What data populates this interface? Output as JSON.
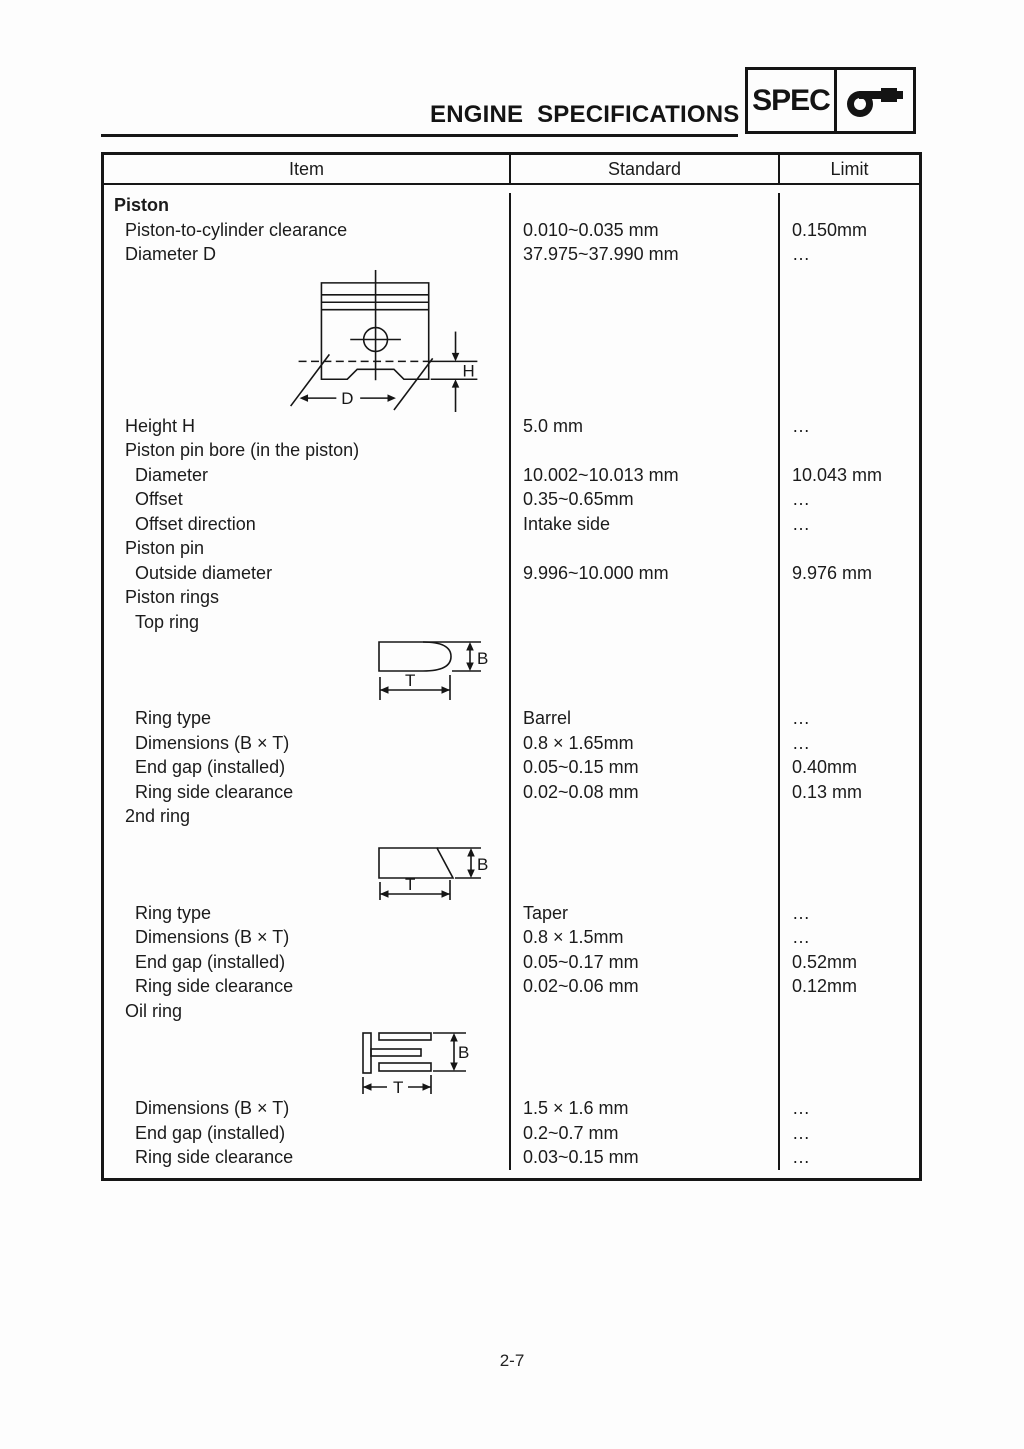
{
  "header": {
    "title": "ENGINE SPECIFICATIONS",
    "spec_label": "SPEC",
    "spec_icon": "micrometer-icon"
  },
  "table": {
    "headers": [
      "Item",
      "Standard",
      "Limit"
    ],
    "rows": [
      {
        "type": "text",
        "item": "Piston",
        "indent": 0,
        "bold": true,
        "standard": "",
        "limit": ""
      },
      {
        "type": "text",
        "item": "Piston-to-cylinder clearance",
        "indent": 1,
        "standard": "0.010~0.035 mm",
        "limit": "0.150mm"
      },
      {
        "type": "text",
        "item": "Diameter D",
        "indent": 1,
        "standard": "37.975~37.990 mm",
        "limit": "…"
      },
      {
        "type": "diagram",
        "ref": "piston"
      },
      {
        "type": "text",
        "item": "Height H",
        "indent": 1,
        "standard": "5.0 mm",
        "limit": "…"
      },
      {
        "type": "text",
        "item": "Piston pin bore (in the piston)",
        "indent": 1,
        "standard": "",
        "limit": ""
      },
      {
        "type": "text",
        "item": "Diameter",
        "indent": 2,
        "standard": "10.002~10.013 mm",
        "limit": "10.043 mm"
      },
      {
        "type": "text",
        "item": "Offset",
        "indent": 2,
        "standard": "0.35~0.65mm",
        "limit": "…"
      },
      {
        "type": "text",
        "item": "Offset direction",
        "indent": 2,
        "standard": "Intake side",
        "limit": "…"
      },
      {
        "type": "text",
        "item": "Piston pin",
        "indent": 1,
        "standard": "",
        "limit": ""
      },
      {
        "type": "text",
        "item": "Outside diameter",
        "indent": 2,
        "standard": "9.996~10.000 mm",
        "limit": "9.976 mm"
      },
      {
        "type": "text",
        "item": "Piston rings",
        "indent": 1,
        "standard": "",
        "limit": ""
      },
      {
        "type": "text",
        "item": "Top ring",
        "indent": 2,
        "standard": "",
        "limit": ""
      },
      {
        "type": "diagram",
        "ref": "top_ring"
      },
      {
        "type": "text",
        "item": "Ring type",
        "indent": 2,
        "standard": "Barrel",
        "limit": "…"
      },
      {
        "type": "text",
        "item": "Dimensions (B × T)",
        "indent": 2,
        "standard": "0.8 × 1.65mm",
        "limit": "…"
      },
      {
        "type": "text",
        "item": "End gap (installed)",
        "indent": 2,
        "standard": "0.05~0.15 mm",
        "limit": "0.40mm"
      },
      {
        "type": "text",
        "item": "Ring side clearance",
        "indent": 2,
        "standard": "0.02~0.08 mm",
        "limit": "0.13 mm"
      },
      {
        "type": "text",
        "item": "2nd ring",
        "indent": 1,
        "standard": "",
        "limit": ""
      },
      {
        "type": "diagram",
        "ref": "second_ring"
      },
      {
        "type": "text",
        "item": "Ring type",
        "indent": 2,
        "standard": "Taper",
        "limit": "…"
      },
      {
        "type": "text",
        "item": "Dimensions (B × T)",
        "indent": 2,
        "standard": "0.8 × 1.5mm",
        "limit": "…"
      },
      {
        "type": "text",
        "item": "End gap (installed)",
        "indent": 2,
        "standard": "0.05~0.17 mm",
        "limit": "0.52mm"
      },
      {
        "type": "text",
        "item": "Ring side clearance",
        "indent": 2,
        "standard": "0.02~0.06 mm",
        "limit": "0.12mm"
      },
      {
        "type": "text",
        "item": "Oil ring",
        "indent": 1,
        "standard": "",
        "limit": ""
      },
      {
        "type": "diagram",
        "ref": "oil_ring"
      },
      {
        "type": "text",
        "item": "Dimensions (B × T)",
        "indent": 2,
        "standard": "1.5 × 1.6 mm",
        "limit": "…"
      },
      {
        "type": "text",
        "item": "End gap (installed)",
        "indent": 2,
        "standard": "0.2~0.7 mm",
        "limit": "…"
      },
      {
        "type": "text",
        "item": "Ring side clearance",
        "indent": 2,
        "standard": "0.03~0.15 mm",
        "limit": "…"
      }
    ]
  },
  "diagrams": {
    "piston": {
      "label_d": "D",
      "label_h": "H"
    },
    "top_ring": {
      "label_b": "B",
      "label_t": "T"
    },
    "second_ring": {
      "label_b": "B",
      "label_t": "T"
    },
    "oil_ring": {
      "label_b": "B",
      "label_t": "T"
    }
  },
  "footer": {
    "page_number": "2-7"
  }
}
